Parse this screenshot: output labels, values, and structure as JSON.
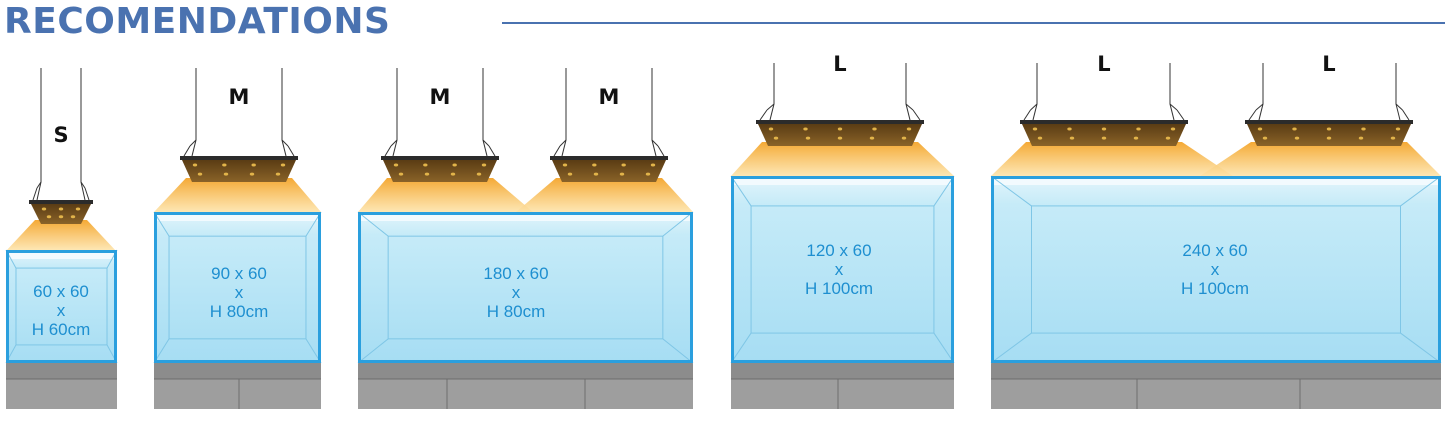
{
  "title": "RECOMENDATIONS",
  "colors": {
    "title": "#4a72b0",
    "glass_frame": "#2a9fde",
    "water_top": "#d6f0fa",
    "water_bottom": "#a9def3",
    "light_beam": "#f7b33c",
    "fixture_body": "#6b4a1c",
    "fixture_led": "#e2b44a",
    "stand": "#9e9e9e",
    "dimension_text": "#1e8fd0"
  },
  "setups": [
    {
      "fixtures": [
        {
          "size": "S"
        }
      ],
      "dimensions": {
        "line1": "60 x 60",
        "line2": "x",
        "line3": "H 60cm"
      }
    },
    {
      "fixtures": [
        {
          "size": "M"
        }
      ],
      "dimensions": {
        "line1": "90 x 60",
        "line2": "x",
        "line3": "H 80cm"
      }
    },
    {
      "fixtures": [
        {
          "size": "M"
        },
        {
          "size": "M"
        }
      ],
      "dimensions": {
        "line1": "180 x 60",
        "line2": "x",
        "line3": "H 80cm"
      }
    },
    {
      "fixtures": [
        {
          "size": "L"
        }
      ],
      "dimensions": {
        "line1": "120 x 60",
        "line2": "x",
        "line3": "H 100cm"
      }
    },
    {
      "fixtures": [
        {
          "size": "L"
        },
        {
          "size": "L"
        }
      ],
      "dimensions": {
        "line1": "240 x 60",
        "line2": "x",
        "line3": "H 100cm"
      }
    }
  ]
}
